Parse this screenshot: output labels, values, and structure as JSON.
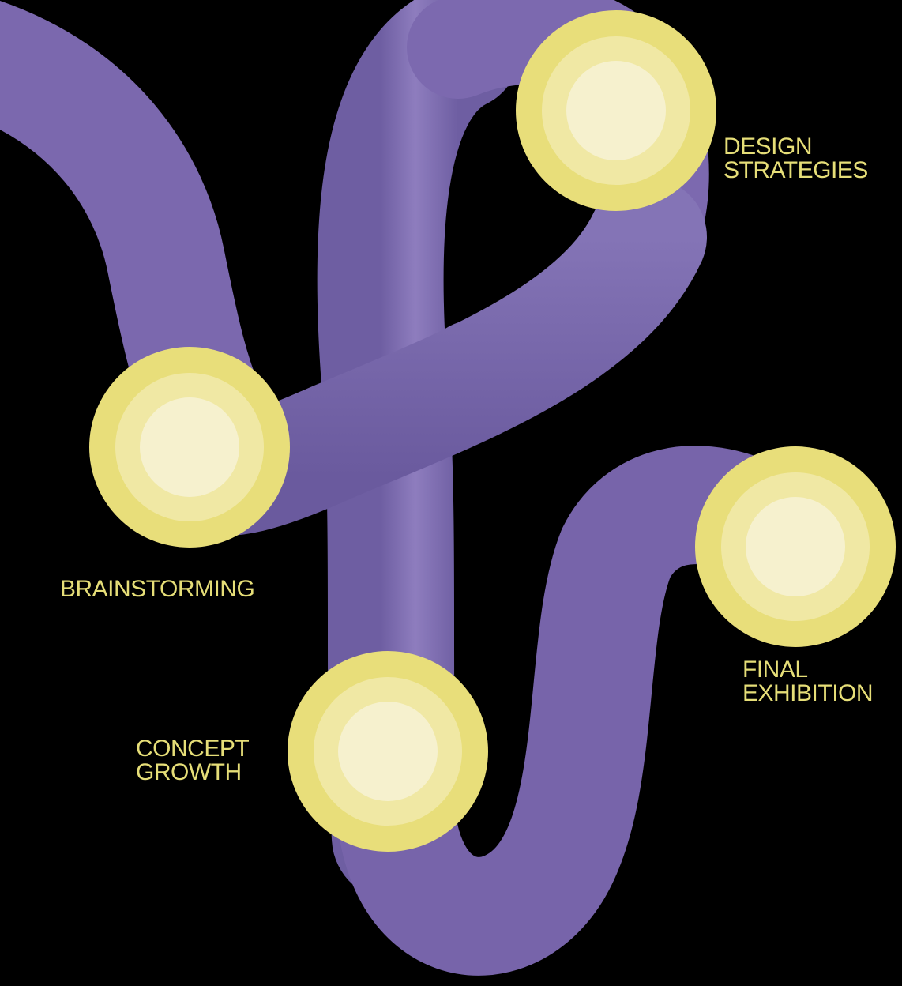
{
  "colors": {
    "background": "#000000",
    "ribbon": "#7E6BB0",
    "ribbon_dark": "#6A5A9E",
    "ribbon_light": "#8E7DBE",
    "node_outer": "#E8DE7A",
    "node_middle": "#F0E8A4",
    "node_inner": "#F6F1CE",
    "label_text": "#E6DE78"
  },
  "stages": [
    {
      "id": "design",
      "line1": "DESIGN",
      "line2": "STRATEGIES"
    },
    {
      "id": "brainstorming",
      "line1": "BRAINSTORMING",
      "line2": ""
    },
    {
      "id": "final",
      "line1": "FINAL",
      "line2": "EXHIBITION"
    },
    {
      "id": "concept",
      "line1": "CONCEPT",
      "line2": "GROWTH"
    }
  ]
}
